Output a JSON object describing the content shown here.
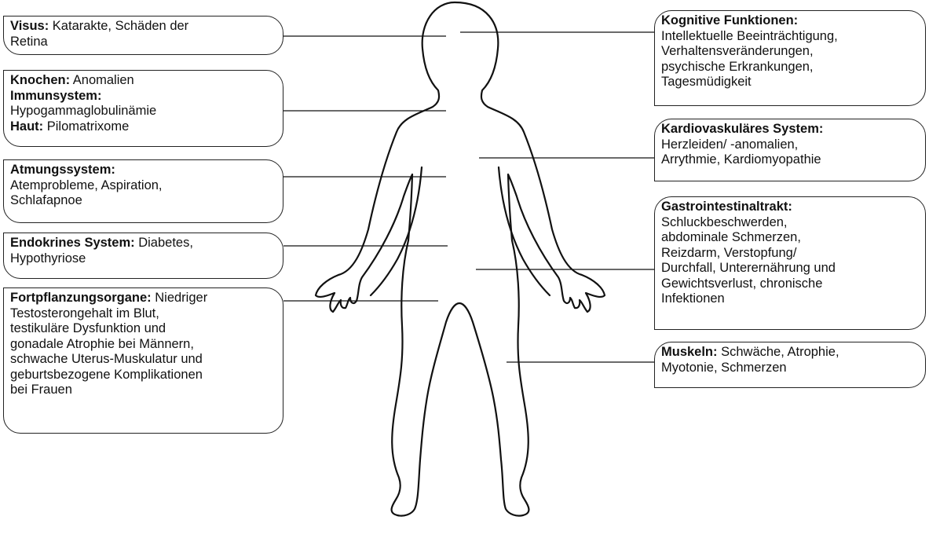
{
  "left_boxes": [
    {
      "id": "visus",
      "lines": [
        [
          {
            "t": "Visus:",
            "b": true
          },
          {
            "t": " Katarakte, Schäden der",
            "b": false
          }
        ],
        [
          {
            "t": "Retina",
            "b": false
          }
        ]
      ]
    },
    {
      "id": "knochen",
      "lines": [
        [
          {
            "t": "Knochen:",
            "b": true
          },
          {
            "t": " Anomalien",
            "b": false
          }
        ],
        [
          {
            "t": "Immunsystem:",
            "b": true
          }
        ],
        [
          {
            "t": "Hypogammaglobulinämie",
            "b": false
          }
        ],
        [
          {
            "t": "Haut:",
            "b": true
          },
          {
            "t": " Pilomatrixome",
            "b": false
          }
        ]
      ]
    },
    {
      "id": "atmung",
      "lines": [
        [
          {
            "t": "Atmungssystem:",
            "b": true
          }
        ],
        [
          {
            "t": "Atemprobleme, Aspiration,",
            "b": false
          }
        ],
        [
          {
            "t": "Schlafapnoe",
            "b": false
          }
        ]
      ]
    },
    {
      "id": "endokrin",
      "lines": [
        [
          {
            "t": "Endokrines System:",
            "b": true
          },
          {
            "t": "  Diabetes,",
            "b": false
          }
        ],
        [
          {
            "t": "Hypothyriose",
            "b": false
          }
        ]
      ]
    },
    {
      "id": "fortpflanzung",
      "lines": [
        [
          {
            "t": "Fortpflanzungsorgane:",
            "b": true
          },
          {
            "t": "  Niedriger",
            "b": false
          }
        ],
        [
          {
            "t": "Testosterongehalt im Blut,",
            "b": false
          }
        ],
        [
          {
            "t": "testikuläre Dysfunktion und",
            "b": false
          }
        ],
        [
          {
            "t": "gonadale Atrophie bei Männern,",
            "b": false
          }
        ],
        [
          {
            "t": "schwache Uterus-Muskulatur und",
            "b": false
          }
        ],
        [
          {
            "t": "geburtsbezogene Komplikationen",
            "b": false
          }
        ],
        [
          {
            "t": "bei Frauen",
            "b": false
          }
        ]
      ]
    }
  ],
  "right_boxes": [
    {
      "id": "kognitiv",
      "lines": [
        [
          {
            "t": "Kognitive Funktionen:",
            "b": true
          }
        ],
        [
          {
            "t": "Intellektuelle Beeinträchtigung,",
            "b": false
          }
        ],
        [
          {
            "t": "Verhaltensveränderungen,",
            "b": false
          }
        ],
        [
          {
            "t": "psychische Erkrankungen,",
            "b": false
          }
        ],
        [
          {
            "t": "Tagesmüdigkeit",
            "b": false
          }
        ]
      ]
    },
    {
      "id": "kardio",
      "lines": [
        [
          {
            "t": "Kardiovaskuläres System:",
            "b": true
          }
        ],
        [
          {
            "t": "Herzleiden/ -anomalien,",
            "b": false
          }
        ],
        [
          {
            "t": "Arrythmie, Kardiomyopathie",
            "b": false
          }
        ]
      ]
    },
    {
      "id": "gastro",
      "lines": [
        [
          {
            "t": "Gastrointestinaltrakt:",
            "b": true
          }
        ],
        [
          {
            "t": "Schluckbeschwerden,",
            "b": false
          }
        ],
        [
          {
            "t": "abdominale Schmerzen,",
            "b": false
          }
        ],
        [
          {
            "t": "Reizdarm, Verstopfung/",
            "b": false
          }
        ],
        [
          {
            "t": "Durchfall, Unterernährung und",
            "b": false
          }
        ],
        [
          {
            "t": "Gewichtsverlust, chronische",
            "b": false
          }
        ],
        [
          {
            "t": "Infektionen",
            "b": false
          }
        ]
      ]
    },
    {
      "id": "muskeln",
      "lines": [
        [
          {
            "t": "Muskeln:",
            "b": true
          },
          {
            "t": " Schwäche, Atrophie,",
            "b": false
          }
        ],
        [
          {
            "t": "Myotonie, Schmerzen",
            "b": false
          }
        ]
      ]
    }
  ]
}
